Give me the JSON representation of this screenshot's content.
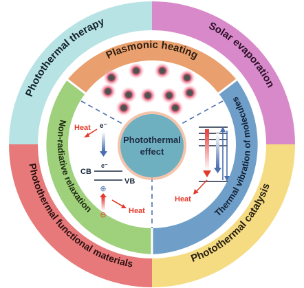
{
  "diagram": {
    "center_title_line1": "Photothermal",
    "center_title_line2": "effect",
    "mechanisms": {
      "plasmonic": "Plasmonic heating",
      "nonradiative": "Non-radiative relaxation",
      "vibration": "Thermal vibration of molecules"
    },
    "applications": {
      "therapy": "Photothermal therapy",
      "solar": "Solar evaporation",
      "materials": "Photothermal functional materials",
      "catalysis": "Photothermal catalysis"
    },
    "labels": {
      "heat": "Heat",
      "electron": "e⁻",
      "cb": "CB",
      "vb": "VB",
      "hole_plus": "⊕",
      "hole_minus": "⊖"
    },
    "colors": {
      "therapy": "#b8e3e5",
      "solar": "#d889c9",
      "materials": "#e8797a",
      "catalysis": "#f5dc82",
      "plasmonic": "#eaa06e",
      "nonradiative": "#9fd07b",
      "vibration": "#6f9fc8",
      "center": "#6fb0c0",
      "heat_text": "#e23b2a"
    }
  }
}
